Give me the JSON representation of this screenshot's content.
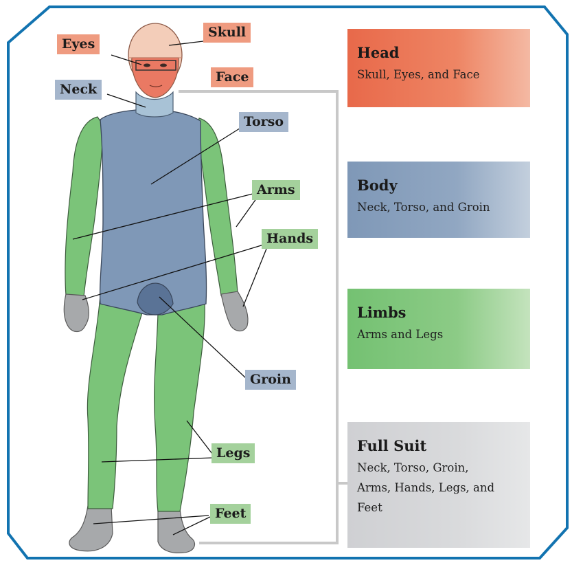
{
  "labels": {
    "eyes": "Eyes",
    "skull": "Skull",
    "face": "Face",
    "neck": "Neck",
    "torso": "Torso",
    "arms": "Arms",
    "hands": "Hands",
    "groin": "Groin",
    "legs": "Legs",
    "feet": "Feet"
  },
  "cards": {
    "head": {
      "title": "Head",
      "desc": "Skull, Eyes, and Face"
    },
    "body": {
      "title": "Body",
      "desc": "Neck, Torso, and Groin"
    },
    "limbs": {
      "title": "Limbs",
      "desc": "Arms and Legs"
    },
    "full_suit": {
      "title": "Full Suit",
      "desc": "Neck, Torso, Groin, Arms, Hands, Legs, and Feet"
    }
  },
  "colors": {
    "frame": "#1273b0",
    "head_region": "#e8694a",
    "body_region": "#7f98b7",
    "limbs_region": "#74c172",
    "full_suit_region": "#d3d4d6",
    "skin": "#e9b7a0",
    "hands_feet": "#a7a9ab"
  }
}
